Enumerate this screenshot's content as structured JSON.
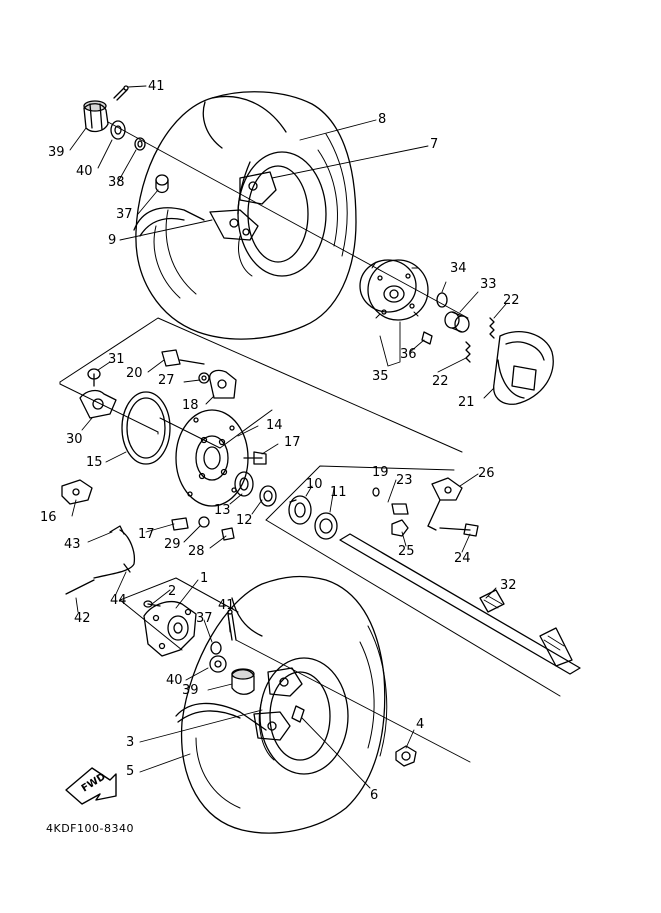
{
  "diagram": {
    "code": "4KDF100-8340",
    "fwd_label": "FWD"
  },
  "callouts": [
    {
      "id": "41a",
      "text": "41"
    },
    {
      "id": "8",
      "text": "8"
    },
    {
      "id": "39a",
      "text": "39"
    },
    {
      "id": "7",
      "text": "7"
    },
    {
      "id": "40a",
      "text": "40"
    },
    {
      "id": "38",
      "text": "38"
    },
    {
      "id": "37a",
      "text": "37"
    },
    {
      "id": "9",
      "text": "9"
    },
    {
      "id": "34",
      "text": "34"
    },
    {
      "id": "33",
      "text": "33"
    },
    {
      "id": "22a",
      "text": "22"
    },
    {
      "id": "36",
      "text": "36"
    },
    {
      "id": "22b",
      "text": "22"
    },
    {
      "id": "35",
      "text": "35"
    },
    {
      "id": "21",
      "text": "21"
    },
    {
      "id": "31",
      "text": "31"
    },
    {
      "id": "20",
      "text": "20"
    },
    {
      "id": "27",
      "text": "27"
    },
    {
      "id": "18",
      "text": "18"
    },
    {
      "id": "14",
      "text": "14"
    },
    {
      "id": "30",
      "text": "30"
    },
    {
      "id": "17a",
      "text": "17"
    },
    {
      "id": "15",
      "text": "15"
    },
    {
      "id": "19",
      "text": "19"
    },
    {
      "id": "23",
      "text": "23"
    },
    {
      "id": "26",
      "text": "26"
    },
    {
      "id": "10",
      "text": "10"
    },
    {
      "id": "11",
      "text": "11"
    },
    {
      "id": "13",
      "text": "13"
    },
    {
      "id": "12",
      "text": "12"
    },
    {
      "id": "16",
      "text": "16"
    },
    {
      "id": "17b",
      "text": "17"
    },
    {
      "id": "29",
      "text": "29"
    },
    {
      "id": "25",
      "text": "25"
    },
    {
      "id": "24",
      "text": "24"
    },
    {
      "id": "43",
      "text": "43"
    },
    {
      "id": "28",
      "text": "28"
    },
    {
      "id": "1",
      "text": "1"
    },
    {
      "id": "2",
      "text": "2"
    },
    {
      "id": "32",
      "text": "32"
    },
    {
      "id": "44",
      "text": "44"
    },
    {
      "id": "42",
      "text": "42"
    },
    {
      "id": "41b",
      "text": "41"
    },
    {
      "id": "37b",
      "text": "37"
    },
    {
      "id": "40b",
      "text": "40"
    },
    {
      "id": "39b",
      "text": "39"
    },
    {
      "id": "4",
      "text": "4"
    },
    {
      "id": "3",
      "text": "3"
    },
    {
      "id": "5",
      "text": "5"
    },
    {
      "id": "6",
      "text": "6"
    }
  ]
}
